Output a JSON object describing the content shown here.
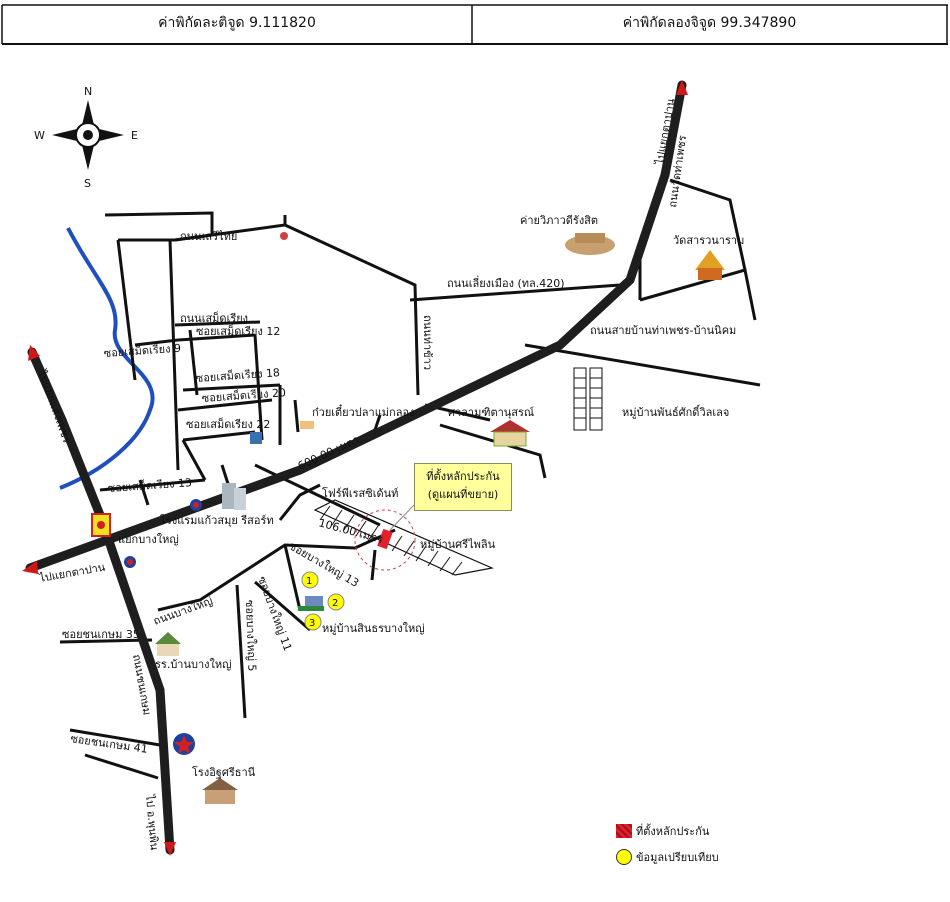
{
  "header": {
    "latitude_label": "ค่าพิกัดละติจูด 9.111820",
    "longitude_label": "ค่าพิกัดลองจิจูด 99.347890"
  },
  "compass": {
    "n": "N",
    "s": "S",
    "e": "E",
    "w": "W"
  },
  "labels": {
    "to_tha_pet_ne": "ไปแยกตาปาน",
    "wat_tha_phet_road": "ถนนวัดท่าเพชร",
    "camp": "ค่ายวิภาวดีรังสิต",
    "wat_sarawanaram": "วัดสารวนาราม",
    "bypass_road": "ถนนเลี่ยงเมือง (ทล.420)",
    "seri_thai_road": "ถนนเสรีไทย",
    "saemrit_road": "ถนนเสม็ดเรียง",
    "tha_khao_road": "ถนนท่าข้าว",
    "soi_9": "ซอยเสม็ดเรียง 9",
    "soi_12": "ซอยเสม็ดเรียง 12",
    "soi_18": "ซอยเสม็ดเรียง 18",
    "soi_20": "ซอยเสม็ดเรียง 20",
    "soi_22": "ซอยเสม็ดเรียง 22",
    "soi_13": "ซอยเสม็ดเรียง 13",
    "noodle_shop": "ก๋วยเตี๋ยวปลาแม่กลอง",
    "tha_phet_nikom_road": "ถนนสายบ้านท่าเพชร-บ้านนิคม",
    "village_phan_sak": "หมู่บ้านพันธ์ศักดิ์วิลเลจ",
    "shrine": "ศาลามุฑิตานุสรณ์",
    "to_khao_hua_khwai": "ไปแยกแสงเพชร",
    "distance_600": "600.00 เมตร",
    "forward_residence": "โฟร์พีเรสซิเด้นท์",
    "hotel": "โรงแรมแก้วสมุย รีสอร์ท",
    "bang_yai_junction": "แยกบางใหญ่",
    "to_ta_pan_sw": "ไปแยกตาปาน",
    "distance_106": "106.00 เมตร",
    "soi_bang_yai_13": "ซอยบางใหญ่ 13",
    "village_sripailin": "หมู่บ้านศรีไพลิน",
    "soi_bang_yai_11": "ซอยบางใหญ่ 11",
    "village_sinthorn": "หมู่บ้านสินธรบางใหญ่",
    "bang_yai_road": "ถนนบางใหญ่",
    "soi_chon_kasem_35": "ซอยชนเกษม 35",
    "school_ban_bang_yai": "รร.บ้านบางใหญ่",
    "soi_bang_yai_5": "ซอยบางใหญ่ 5",
    "chon_kasem_road": "ถนนชนเกษม",
    "soi_chon_kasem_41": "ซอยชนเกษม 41",
    "hospital": "โรงอิฐศรีธานี",
    "to_surat": "ไป อ.พุนพิน"
  },
  "markers": [
    "1",
    "2",
    "3"
  ],
  "callout": {
    "line1": "ที่ตั้งหลักประกัน",
    "line2": "(ดูแผนที่ขยาย)"
  },
  "legend": {
    "collateral": "ที่ตั้งหลักประกัน",
    "comparison": "ข้อมูลเปรียบเทียบ"
  },
  "colors": {
    "road_main": "#222222",
    "river": "#1f4fbf",
    "callout_bg": "#ffff9c",
    "collateral": "#e0202a",
    "comparison": "#ffff00",
    "arrow": "#d01818"
  }
}
